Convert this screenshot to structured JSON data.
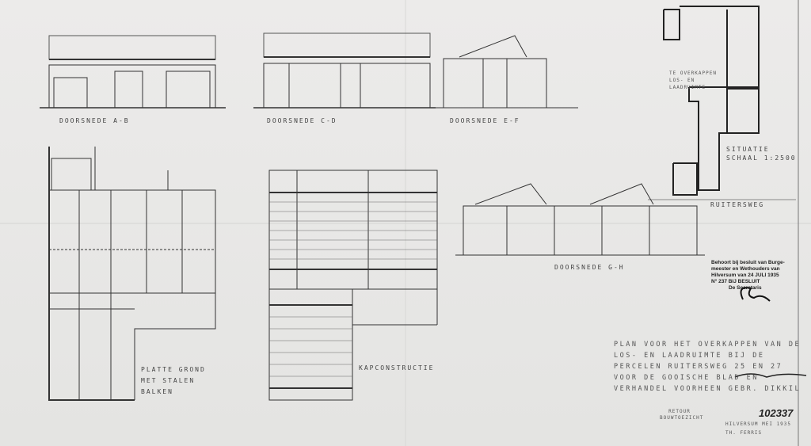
{
  "sections": {
    "ab": "DOORSNEDE A-B",
    "cd": "DOORSNEDE C-D",
    "ef": "DOORSNEDE E-F",
    "gh": "DOORSNEDE G-H"
  },
  "plans": {
    "floor": "PLATTE GROND MET STALEN BALKEN",
    "roof": "KAPCONSTRUCTIE"
  },
  "situation": {
    "area_label": "TE OVERKAPPEN LOS- EN LAADRUIMTE",
    "title": "SITUATIE",
    "scale": "SCHAAL 1:2500",
    "street": "RUITERSWEG"
  },
  "stamp": {
    "line1": "Behoort bij besluit van Burge-",
    "line2": "meester en Wethouders van",
    "line3": "Hilversum van 24 JULI 1935",
    "line4": "N° 237 BIJ BESLUIT",
    "line5": "De Secretaris"
  },
  "title_block": {
    "text": "PLAN VOOR HET OVERKAPPEN VAN DE LOS- EN LAADRUIMTE BIJ DE PERCELEN RUITERSWEG 25 EN 27 VOOR DE GOOISCHE BLAD EN VERHANDEL VOORHEEN GEBR. DIKKIL",
    "retour": "RETOUR BOUWTOEZICHT",
    "number": "102337",
    "place_date": "HILVERSUM MEI 1935",
    "author": "TH. FERRIS"
  }
}
